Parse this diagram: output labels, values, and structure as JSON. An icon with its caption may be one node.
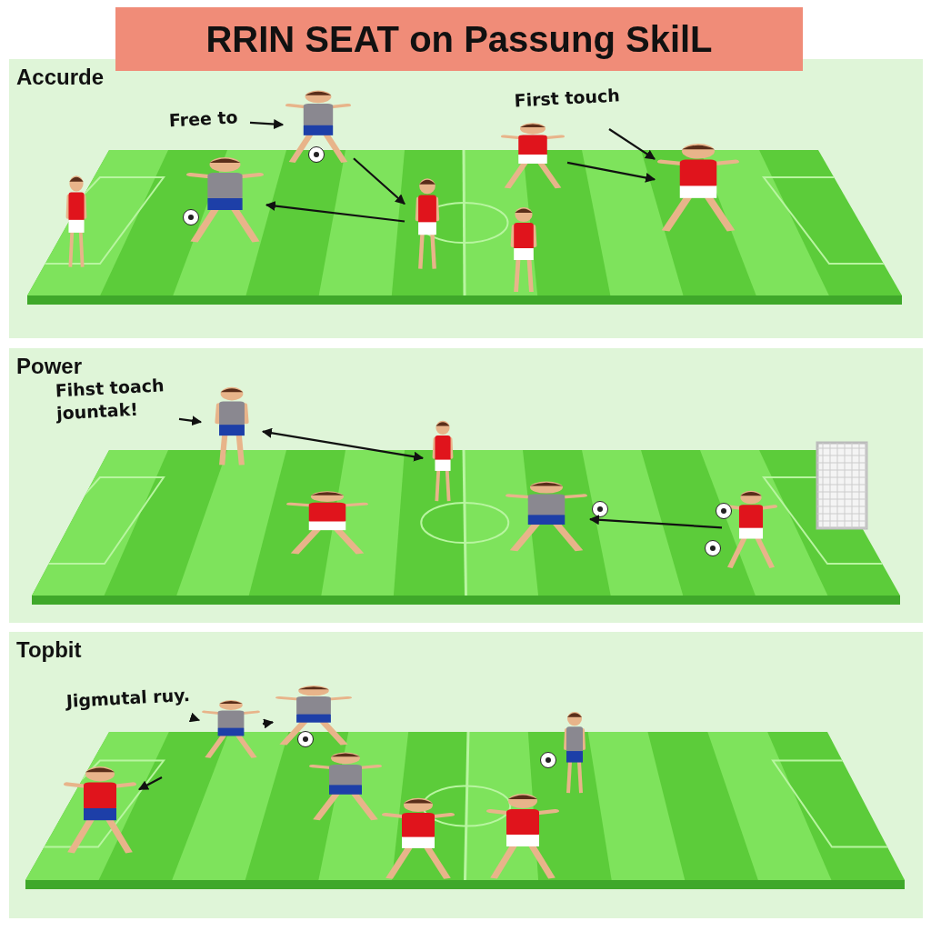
{
  "diagram": {
    "title": "RRIN SEAT on Passung SkilL",
    "nodes": [
      {
        "text": [
          "Accurde"
        ]
      },
      {
        "text": [
          "Free to"
        ],
        "in": 0
      },
      {
        "text": [],
        "shape": "person",
        "in": 0
      },
      {
        "text": [],
        "shape": "person",
        "in": 0
      },
      {
        "text": [],
        "shape": "person",
        "in": 0
      },
      {
        "text": [
          "First touch"
        ],
        "in": 0
      },
      {
        "text": [],
        "shape": "person",
        "in": 0
      },
      {
        "text": [],
        "shape": "person",
        "in": 0
      },
      {
        "text": [
          "Power"
        ]
      },
      {
        "text": [
          "Fihst toach jountak!"
        ],
        "in": 8
      },
      {
        "text": [],
        "shape": "person",
        "in": 8
      },
      {
        "text": [],
        "shape": "person",
        "in": 8
      },
      {
        "text": [],
        "shape": "person",
        "in": 8
      },
      {
        "text": [],
        "shape": "person",
        "in": 8
      },
      {
        "text": [
          "Topbit"
        ]
      },
      {
        "text": [
          "Jigmutal ruy."
        ],
        "in": 14
      },
      {
        "text": [],
        "shape": "person",
        "in": 14
      },
      {
        "text": [],
        "shape": "person",
        "in": 14
      },
      {
        "text": [],
        "shape": "person",
        "in": 14
      }
    ],
    "edges": [
      {
        "from": 1,
        "to": 2,
        "arrow": "to"
      },
      {
        "from": 2,
        "to": 4,
        "arrow": "to"
      },
      {
        "from": 4,
        "to": 3,
        "arrow": "to"
      },
      {
        "from": 5,
        "to": 6,
        "arrow": "to"
      },
      {
        "from": 7,
        "to": 6,
        "arrow": "to"
      },
      {
        "from": 9,
        "to": 10,
        "arrow": "to"
      },
      {
        "from": 10,
        "to": 11,
        "arrow": "both"
      },
      {
        "from": 13,
        "to": 12,
        "arrow": "to"
      },
      {
        "from": 15,
        "to": 16,
        "arrow": "to"
      },
      {
        "from": 16,
        "to": 17,
        "arrow": "to"
      },
      {
        "from": null,
        "to": 18,
        "arrow": "to"
      }
    ]
  }
}
